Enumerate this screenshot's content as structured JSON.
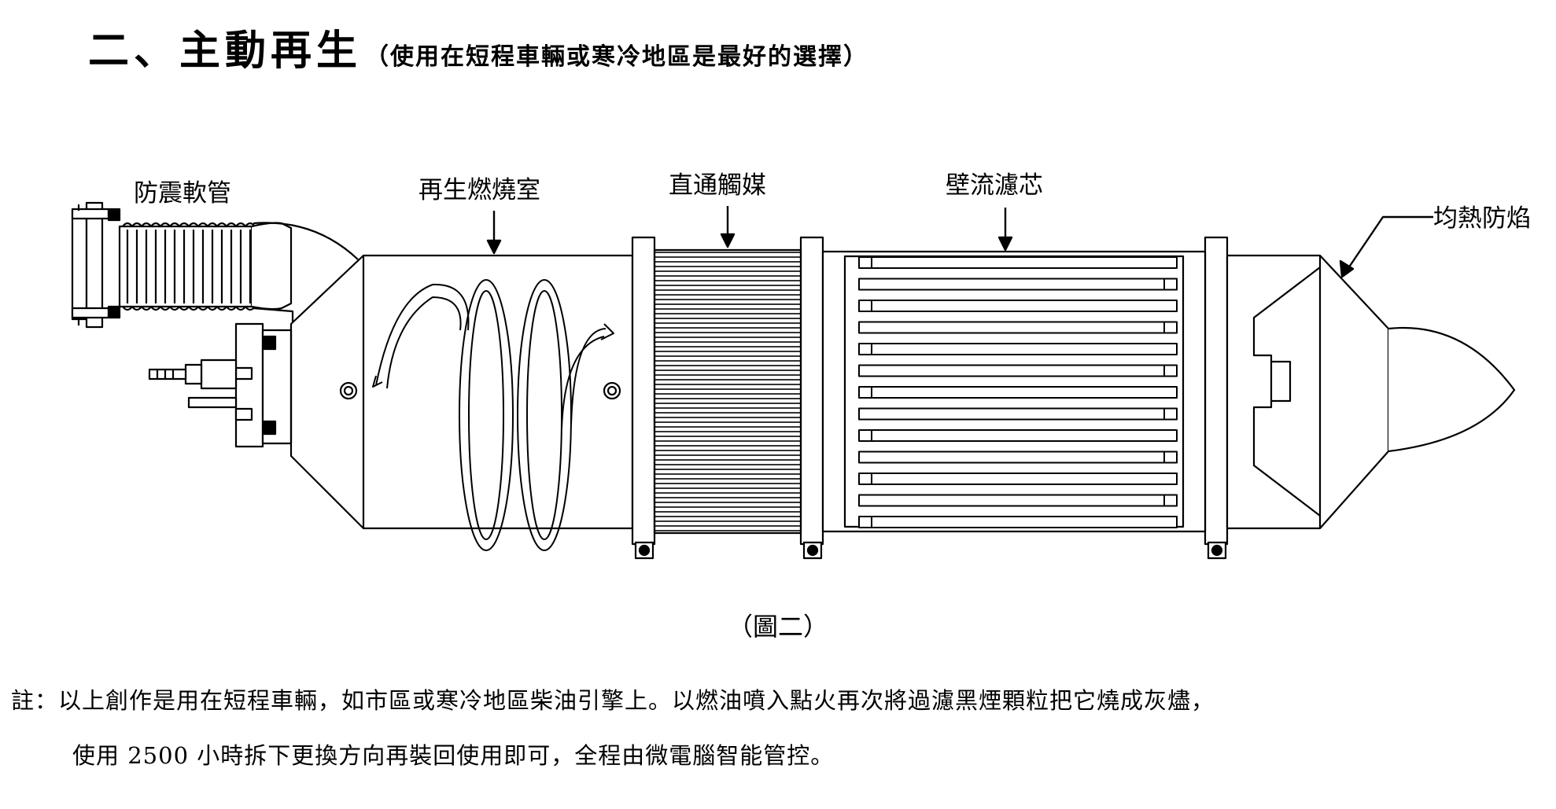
{
  "heading": {
    "main": "二、主動再生",
    "sub": "（使用在短程車輛或寒冷地區是最好的選擇）"
  },
  "labels": {
    "hose": "防震軟管",
    "chamber": "再生燃燒室",
    "catalyst": "直通觸媒",
    "filter": "壁流濾芯",
    "flame": "均熱防焰"
  },
  "caption": "（圖二）",
  "notes": {
    "line1": "註：以上創作是用在短程車輛，如市區或寒冷地區柴油引擎上。以燃油噴入點火再次將過濾黑煙顆粒把它燒成灰燼，",
    "line2": "使用 2500 小時拆下更換方向再裝回使用即可，全程由微電腦智能管控。"
  }
}
